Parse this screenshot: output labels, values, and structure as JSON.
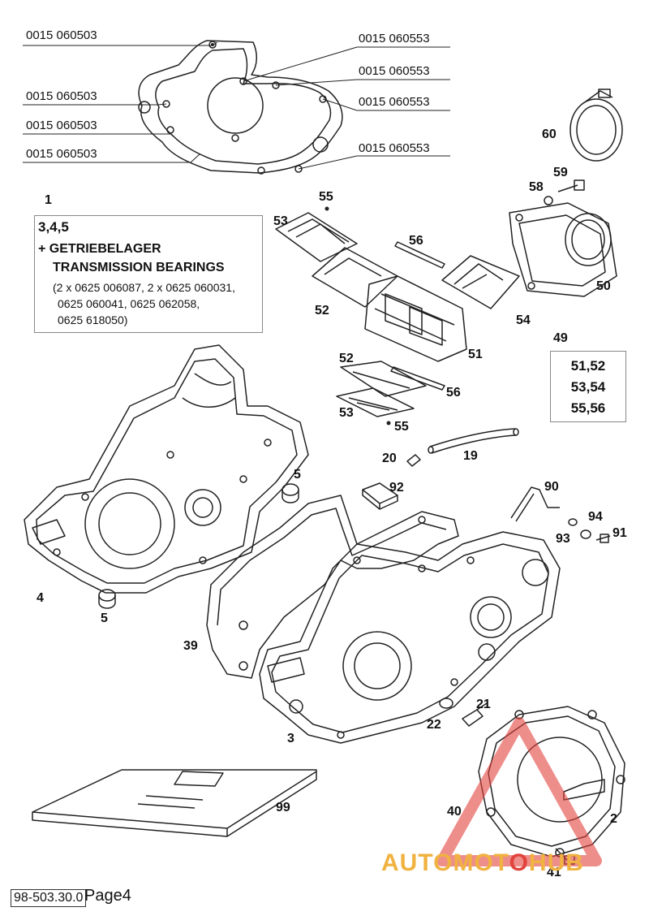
{
  "gasket_refs": [
    "0015 060503",
    "0015 060553",
    "0015 060553",
    "0015 060503",
    "0015 060553",
    "0015 060503",
    "0015 060553",
    "0015 060503"
  ],
  "note": {
    "item": "1",
    "lines": [
      "3,4,5",
      "+ GETRIEBELAGER",
      "TRANSMISSION BEARINGS",
      "(2 x 0625 006087, 2 x 0625 060031,",
      "0625 060041, 0625 062058,",
      "0625 618050)"
    ]
  },
  "kit": {
    "item": "49",
    "lines": [
      "51,52",
      "53,54",
      "55,56"
    ]
  },
  "part_numbers": [
    "55",
    "53",
    "56",
    "52",
    "54",
    "51",
    "52",
    "56",
    "53",
    "55",
    "50",
    "58",
    "59",
    "60",
    "5",
    "4",
    "5",
    "20",
    "19",
    "92",
    "90",
    "94",
    "93",
    "91",
    "39",
    "3",
    "21",
    "22",
    "99",
    "40",
    "2",
    "41"
  ],
  "footer": {
    "code": "98-503.30.0",
    "page": "Page4"
  },
  "watermark": {
    "part1": "AUTOMOT",
    "part2": "O",
    "part3": "HUB"
  },
  "colors": {
    "line": "#222222",
    "watermark_orange": "#f0b240",
    "watermark_red": "#e2433d"
  }
}
